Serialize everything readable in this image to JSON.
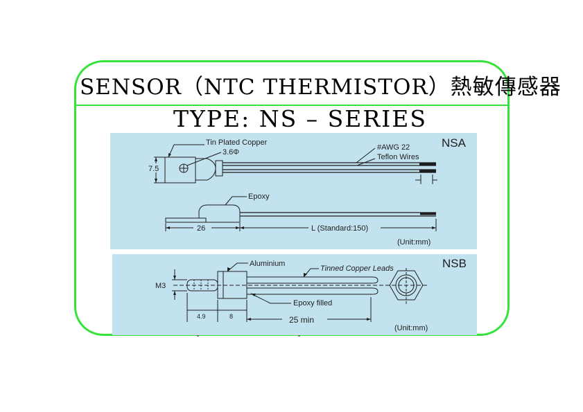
{
  "header": {
    "title": "SENSOR（NTC THERMISTOR）熱敏傳感器",
    "subtitle": "TYPE: NS – SERIES"
  },
  "nsa": {
    "model": "NSA",
    "tin_plated_copper": "Tin Plated Copper",
    "hole_dia": "3.6Φ",
    "height": "7.5",
    "wire_gauge": "#AWG 22",
    "wire_type": "Teflon Wires",
    "epoxy": "Epoxy",
    "body_length": "26",
    "lead_length": "L (Standard:150)",
    "unit": "(Unit:mm)"
  },
  "nsb": {
    "model": "NSB",
    "aluminium": "Aluminium",
    "leads": "Tinned Copper Leads",
    "thread": "M3",
    "epoxy": "Epoxy filled",
    "tip_length": "4.9",
    "body_length": "8",
    "lead_length": "25  min",
    "unit": "(Unit:mm)"
  },
  "colors": {
    "frame": "#35e23a",
    "panel": "#c3e2ef",
    "line": "#1d1d1d"
  }
}
